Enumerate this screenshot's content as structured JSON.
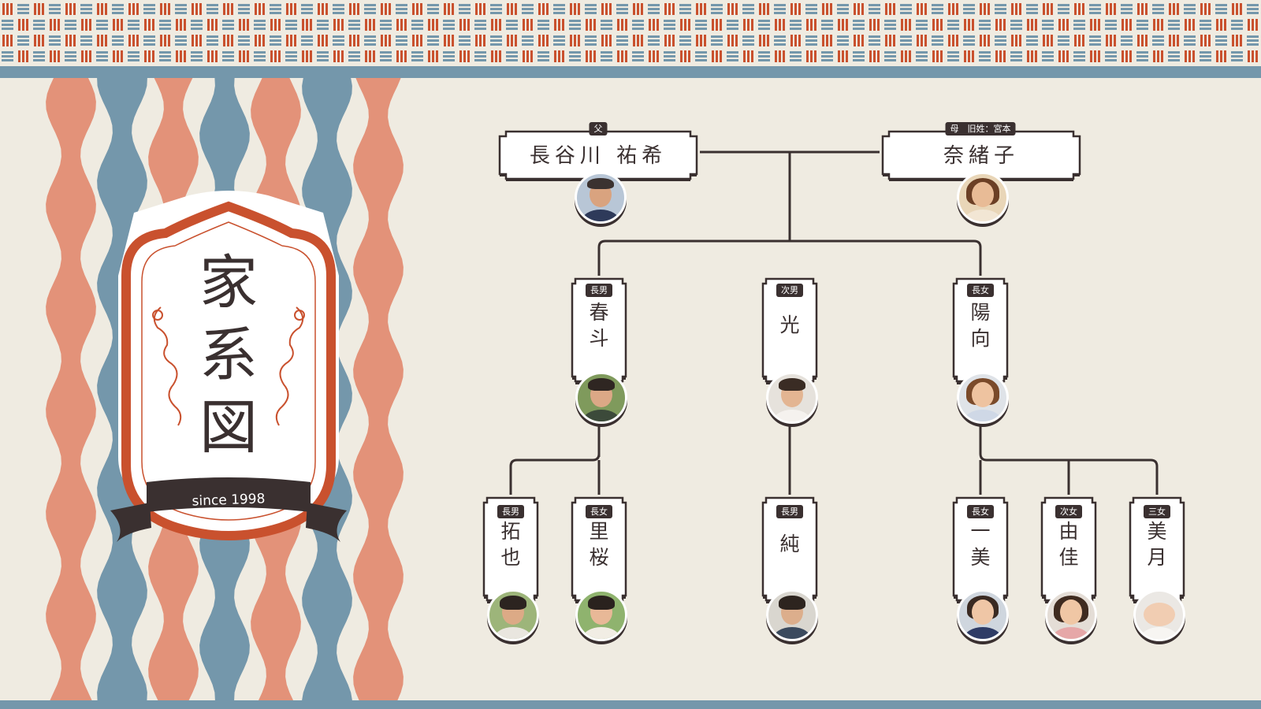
{
  "title_chars": [
    "家",
    "系",
    "図"
  ],
  "since": "since 1998",
  "colors": {
    "background": "#efebe1",
    "blue": "#7497ab",
    "coral": "#e39279",
    "red": "#c9512e",
    "dark": "#3a3030"
  },
  "parents": {
    "father": {
      "tag": "父",
      "name": "長谷川 祐希"
    },
    "mother": {
      "tag": "母　旧姓：宮本",
      "name": "奈緒子"
    }
  },
  "children": [
    {
      "tag": "長男",
      "name_chars": [
        "春",
        "斗"
      ]
    },
    {
      "tag": "次男",
      "name_chars": [
        "光"
      ]
    },
    {
      "tag": "長女",
      "name_chars": [
        "陽",
        "向"
      ]
    }
  ],
  "grandchildren": [
    {
      "tag": "長男",
      "name_chars": [
        "拓",
        "也"
      ]
    },
    {
      "tag": "長女",
      "name_chars": [
        "里",
        "桜"
      ]
    },
    {
      "tag": "長男",
      "name_chars": [
        "純"
      ]
    },
    {
      "tag": "長女",
      "name_chars": [
        "一",
        "美"
      ]
    },
    {
      "tag": "次女",
      "name_chars": [
        "由",
        "佳"
      ]
    },
    {
      "tag": "三女",
      "name_chars": [
        "美",
        "月"
      ]
    }
  ]
}
